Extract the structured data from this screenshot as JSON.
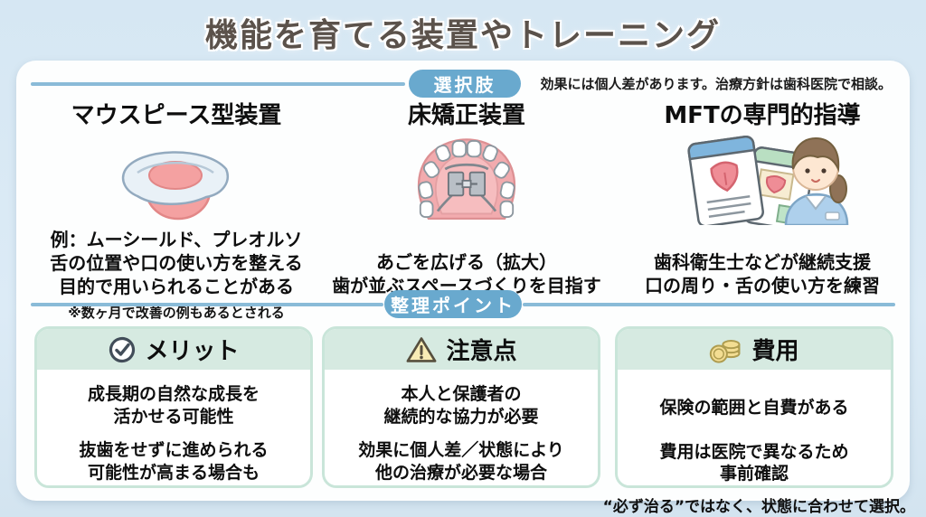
{
  "page": {
    "title": "機能を育てる装置やトレーニング",
    "top_note": "効果には個人差があります。治療方針は歯科医院で相談。",
    "bottom_note": "“必ず治る”ではなく、状態に合わせて選択。"
  },
  "options_section": {
    "badge": "選択肢",
    "columns": [
      {
        "title": "マウスピース型装置",
        "icon": "mouthpiece-illustration",
        "lines": [
          "例：ムーシールド、プレオルソ",
          "舌の位置や口の使い方を整える",
          "目的で用いられることがある"
        ],
        "footnote": "※数ヶ月で改善の例もあるとされる"
      },
      {
        "title": "床矯正装置",
        "icon": "expansion-plate-illustration",
        "lines": [
          "あごを広げる（拡大）",
          "歯が並ぶスペースづくりを目指す"
        ]
      },
      {
        "title": "MFTの専門的指導",
        "icon": "hygienist-cards-illustration",
        "lines": [
          "歯科衛生士などが継続支援",
          "口の周り・舌の使い方を練習"
        ]
      }
    ]
  },
  "summary_section": {
    "badge": "整理ポイント",
    "boxes": [
      {
        "title": "メリット",
        "icon": "check-circle-icon",
        "paragraphs": [
          [
            "成長期の自然な成長を",
            "活かせる可能性"
          ],
          [
            "抜歯をせずに進められる",
            "可能性が高まる場合も"
          ]
        ]
      },
      {
        "title": "注意点",
        "icon": "warning-triangle-icon",
        "paragraphs": [
          [
            "本人と保護者の",
            "継続的な協力が必要"
          ],
          [
            "効果に個人差／状態により",
            "他の治療が必要な場合"
          ]
        ]
      },
      {
        "title": "費用",
        "icon": "coins-icon",
        "paragraphs": [
          [
            "保険の範囲と自費がある"
          ],
          [
            "費用は医院で異なるため",
            "事前確認"
          ]
        ]
      }
    ]
  },
  "colors": {
    "background": "#d8e8f3",
    "card": "#fdfefe",
    "badge_blue": "#69a9ce",
    "line_blue": "#8abbd8",
    "box_header_mint": "#d6eae1",
    "box_border_mint": "#c9e5d9",
    "title_brown": "#5b524b",
    "warning_yellow": "#f8ecb5",
    "coin_yellow": "#f3dd92",
    "illustration_pink": "#f2a5a8",
    "illustration_tray_blue": "#e9f1f7",
    "scrub_blue": "#aed0ec"
  }
}
